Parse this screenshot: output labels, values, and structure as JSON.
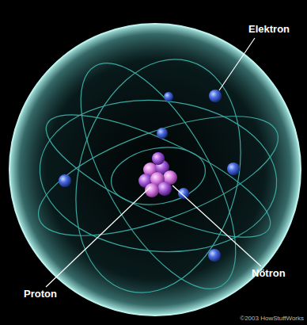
{
  "diagram": {
    "labels": [
      "Elektron",
      "Nötron",
      "Proton",
      "©2003 HowStuffWorks"
    ]
  }
}
